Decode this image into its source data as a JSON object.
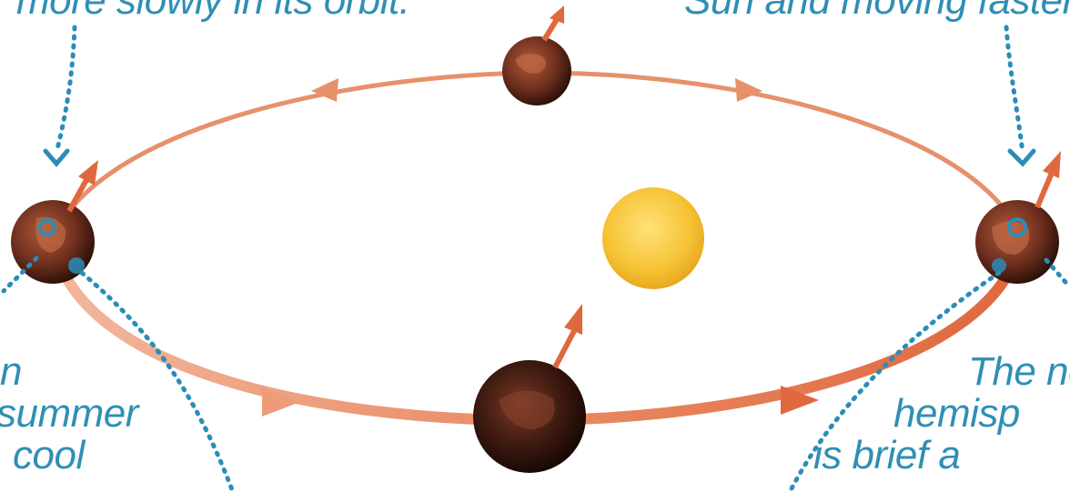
{
  "captions": {
    "top_left": "more slowly in its orbit.",
    "top_right": "Sun and moving faster",
    "bottom_left": [
      "n",
      "summer",
      "cool"
    ],
    "bottom_right": [
      "The no",
      "hemisp",
      "is brief a"
    ]
  },
  "colors": {
    "orbit": "#e07a55",
    "arrow": "#e0683f",
    "dotted": "#2a8db8",
    "sun": "#f6c234",
    "planet": "#5a2a1a",
    "caption_text": "#2f8fb5"
  },
  "icons": [
    "sun-icon",
    "mars-planet-icon",
    "direction-arrow-icon"
  ]
}
